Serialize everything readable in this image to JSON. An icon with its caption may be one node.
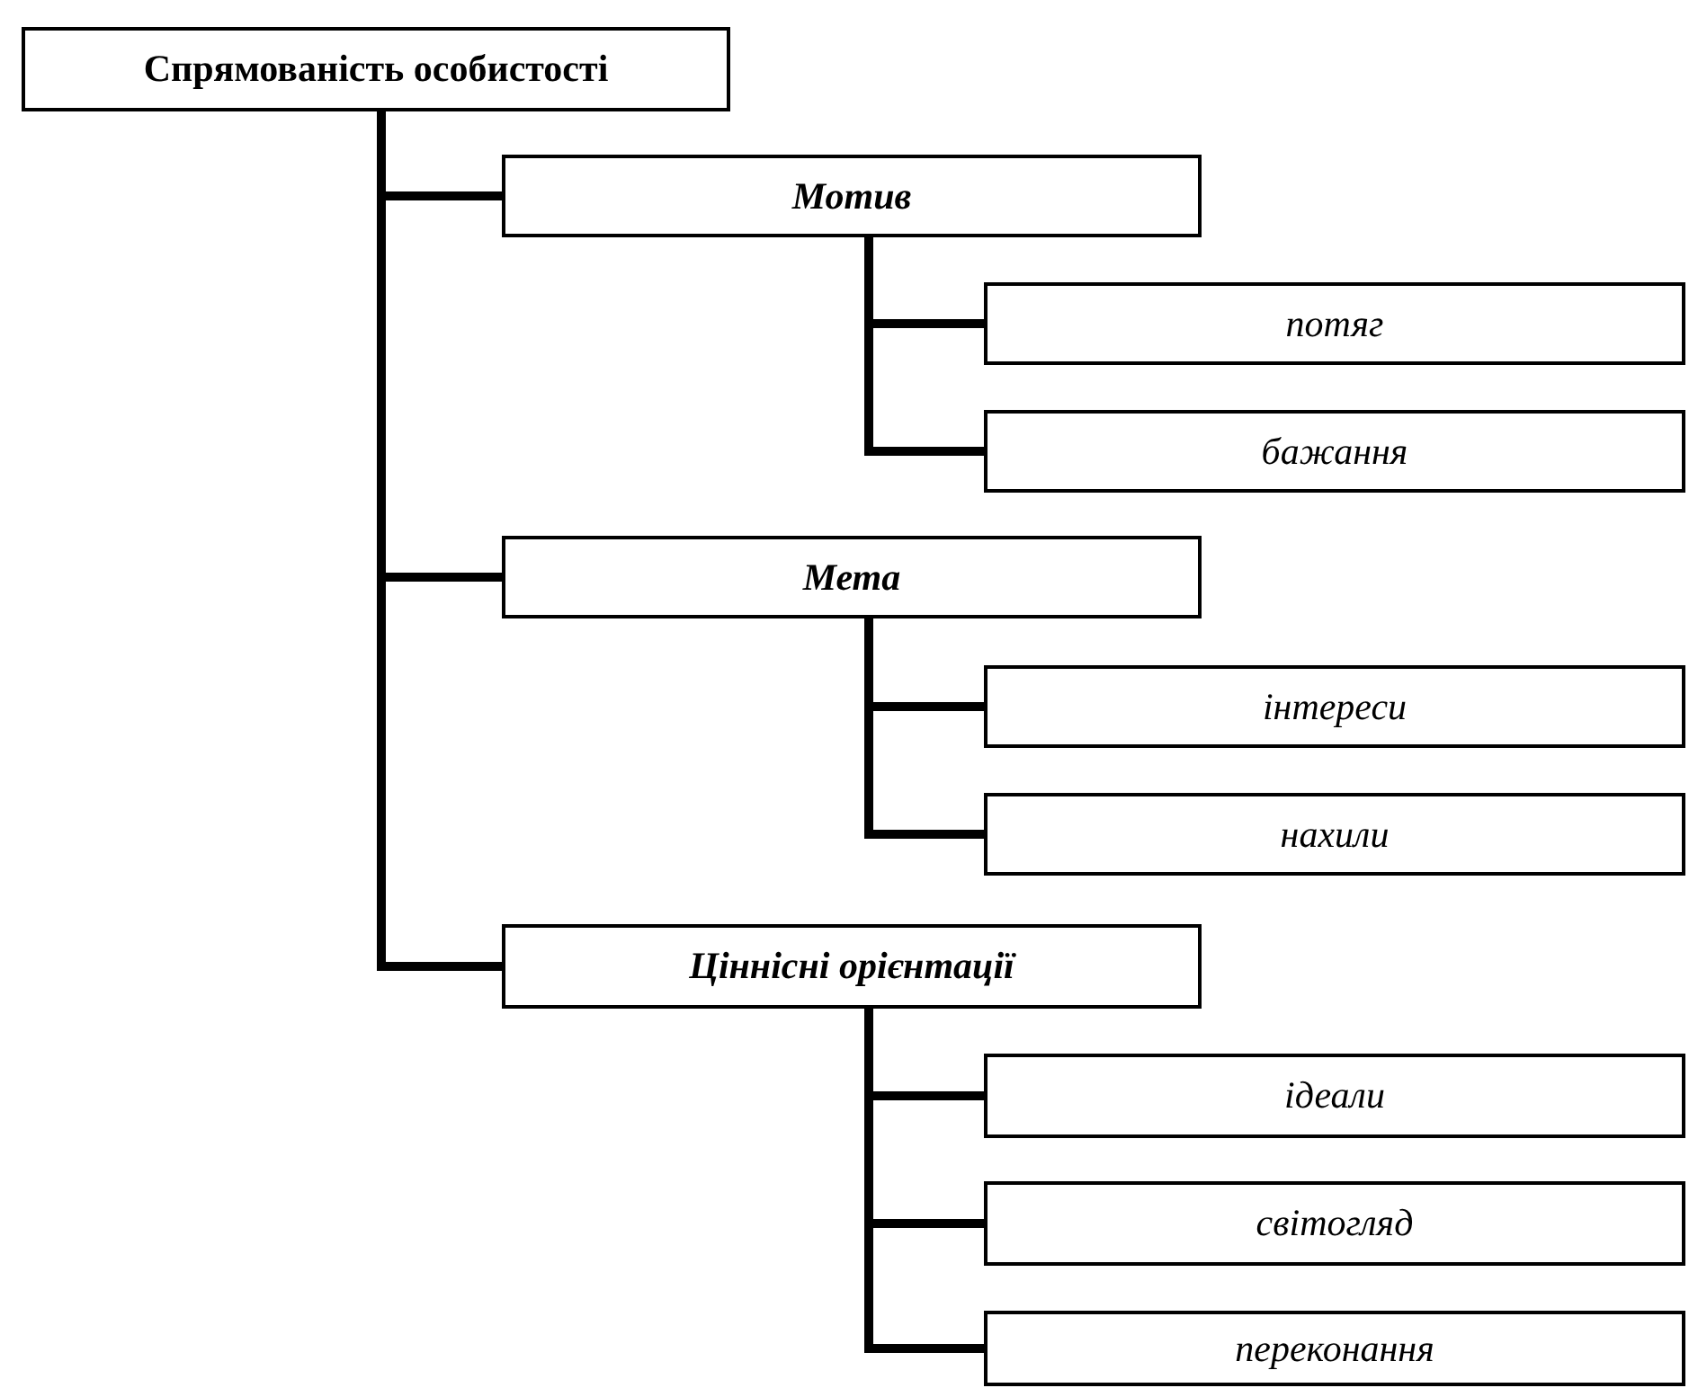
{
  "diagram": {
    "nodes": [
      {
        "text": [
          "Спрямованість особистості"
        ]
      },
      {
        "text": [
          "Мотив"
        ]
      },
      {
        "text": [
          "потяг"
        ]
      },
      {
        "text": [
          "бажання"
        ]
      },
      {
        "text": [
          "Мета"
        ]
      },
      {
        "text": [
          "інтереси"
        ]
      },
      {
        "text": [
          "нахили"
        ]
      },
      {
        "text": [
          "Ціннісні орієнтації"
        ]
      },
      {
        "text": [
          "ідеали"
        ]
      },
      {
        "text": [
          "світогляд"
        ]
      },
      {
        "text": [
          "переконання"
        ]
      }
    ],
    "edges": [
      {
        "from": 0,
        "to": 1,
        "arrow": "none"
      },
      {
        "from": 1,
        "to": 2,
        "arrow": "none"
      },
      {
        "from": 1,
        "to": 3,
        "arrow": "none"
      },
      {
        "from": 0,
        "to": 4,
        "arrow": "none"
      },
      {
        "from": 4,
        "to": 5,
        "arrow": "none"
      },
      {
        "from": 4,
        "to": 6,
        "arrow": "none"
      },
      {
        "from": 0,
        "to": 7,
        "arrow": "none"
      },
      {
        "from": 7,
        "to": 8,
        "arrow": "none"
      },
      {
        "from": 7,
        "to": 9,
        "arrow": "none"
      },
      {
        "from": 7,
        "to": 10,
        "arrow": "none"
      }
    ]
  }
}
